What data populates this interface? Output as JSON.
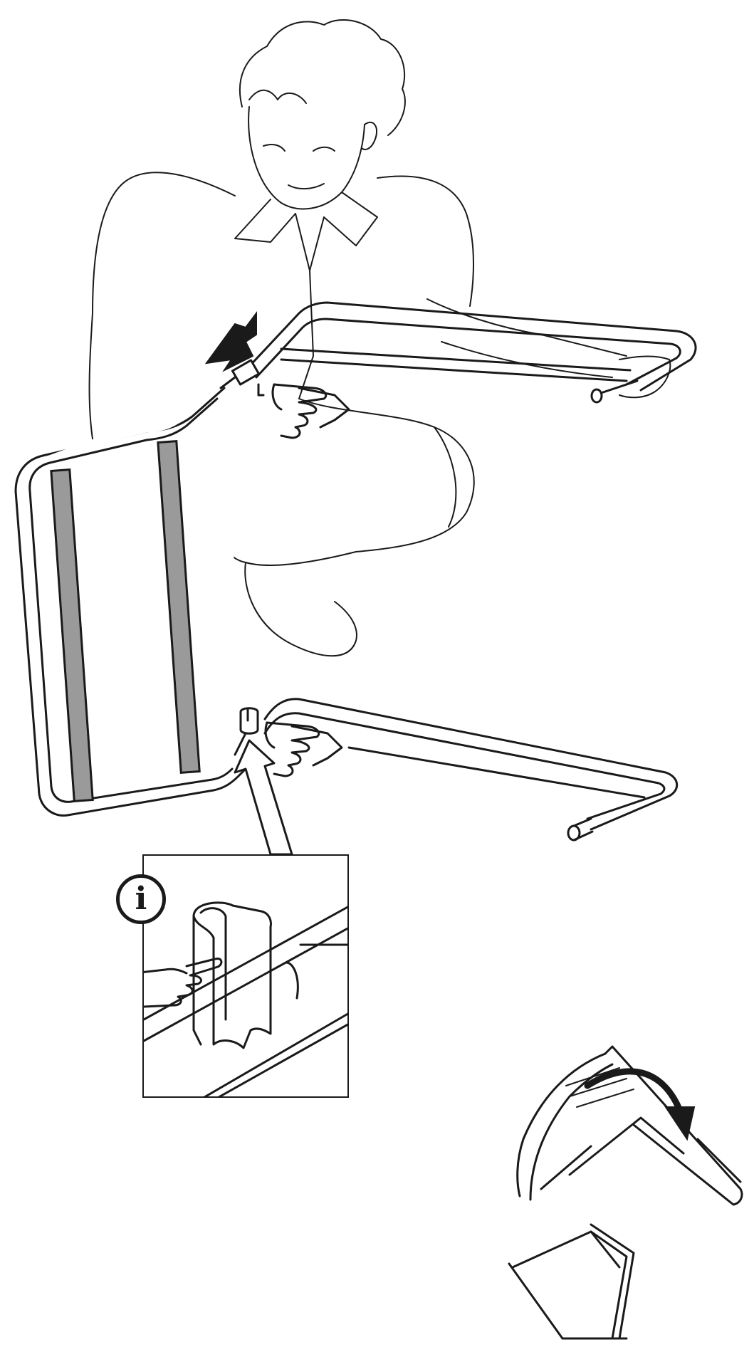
{
  "illustration": {
    "type": "assembly-instruction",
    "info_symbol": "i",
    "colors": {
      "line": "#1a1a1a",
      "strap": "#9a9a9a",
      "background": "#ffffff"
    },
    "icons": [
      "person-figure",
      "chair-back-frame",
      "top-leg-frame",
      "bottom-leg-frame",
      "pointing-hand-icon",
      "push-arrow-icon",
      "info-icon",
      "clip-detail",
      "flip-chair-thumbnail",
      "curved-arrow-icon"
    ]
  }
}
